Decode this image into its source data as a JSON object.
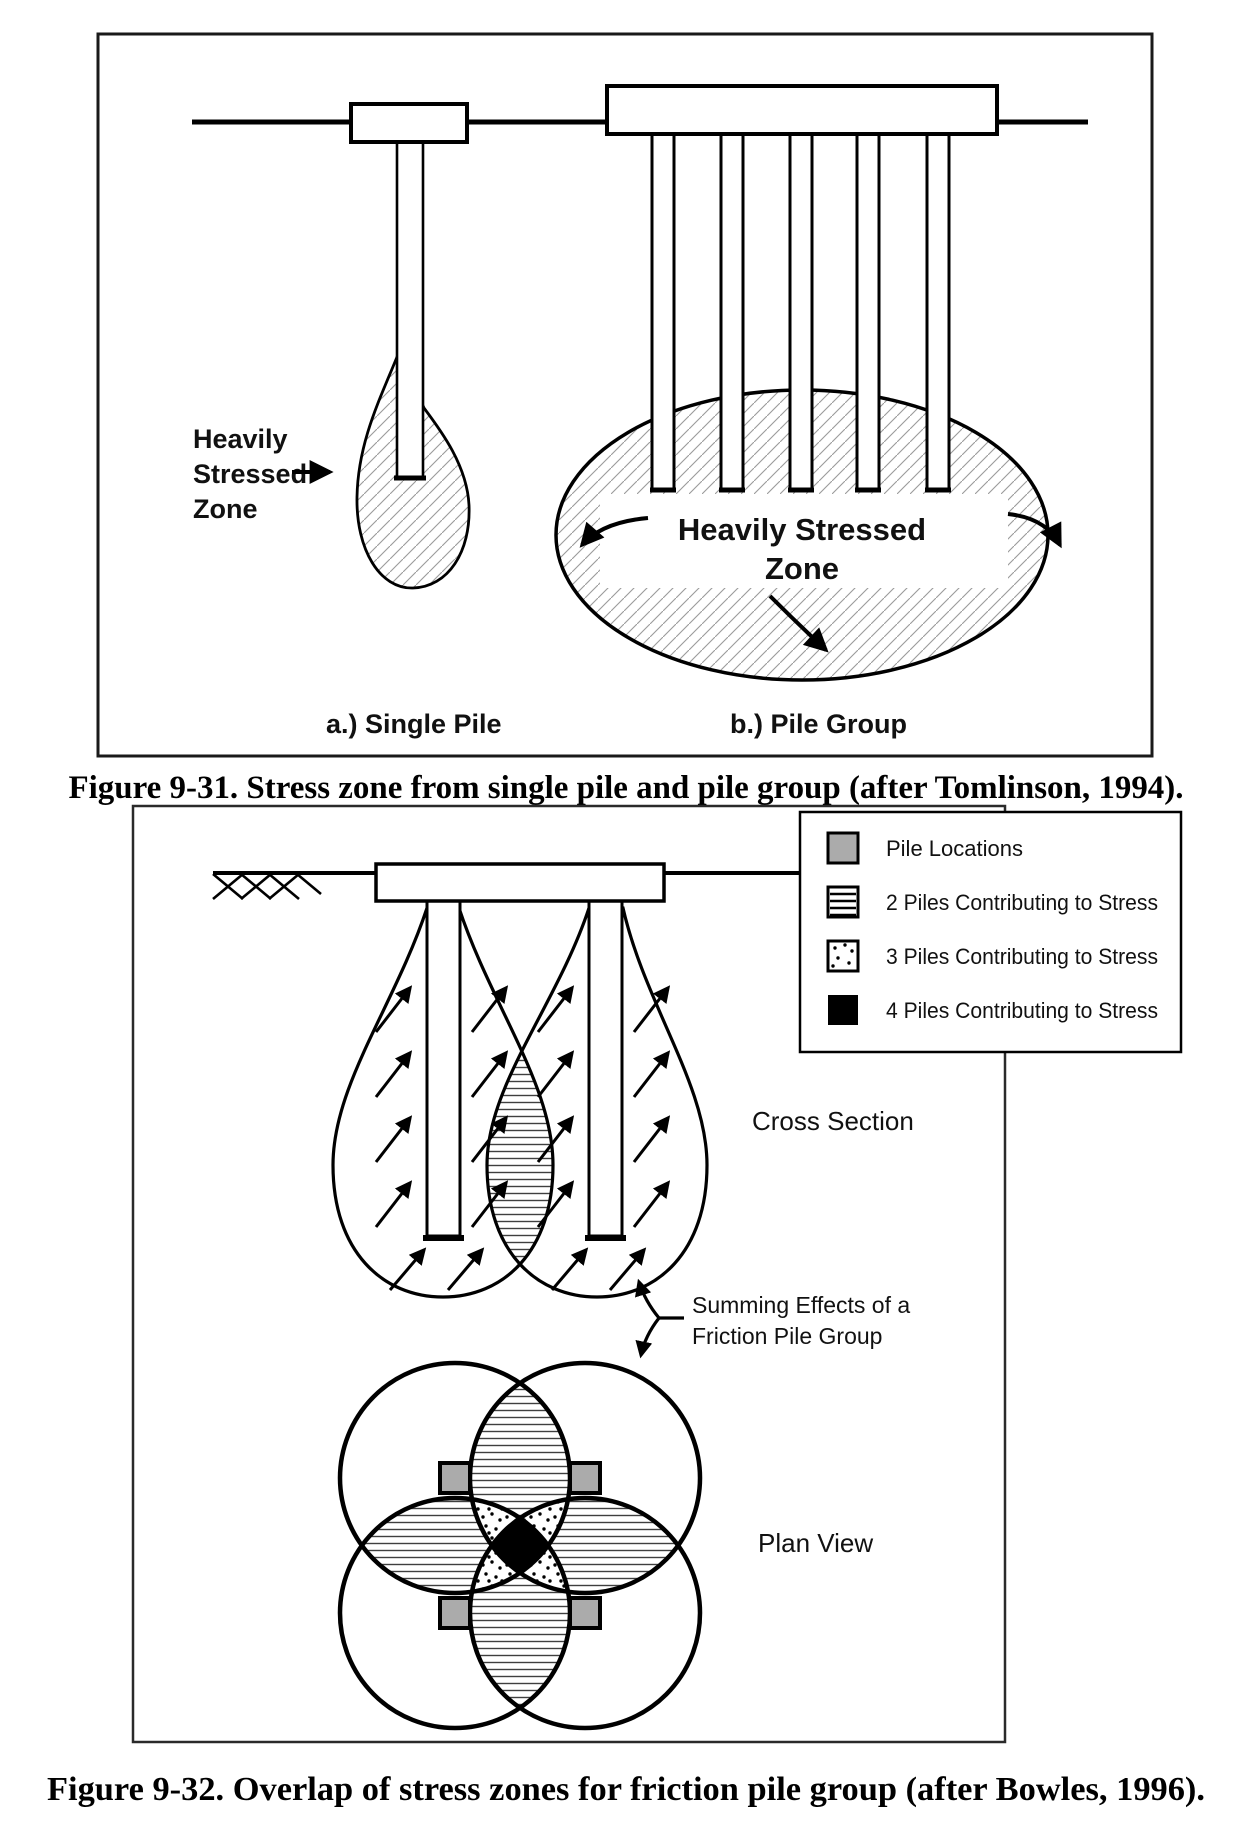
{
  "page": {
    "background": "#ffffff"
  },
  "colors": {
    "ink": "#111111",
    "pile_location_gray": "#ababab",
    "diagonal_hatch_gray": "#9b9b9b",
    "lens_hatch_gray": "#3f3f3f"
  },
  "figure_31": {
    "single_zone_label": [
      "Heavily",
      "Stressed",
      "Zone"
    ],
    "group_zone_label": [
      "Heavily Stressed",
      "Zone"
    ],
    "panel_label_a": "a.) Single Pile",
    "panel_label_b": "b.) Pile Group",
    "caption": "Figure 9-31. Stress zone from single pile and pile group (after Tomlinson, 1994)."
  },
  "figure_32": {
    "legend": {
      "items": [
        {
          "label": "Pile Locations",
          "swatch": "gray-square"
        },
        {
          "label": "2 Piles Contributing to Stress",
          "swatch": "horizontal-lines-square"
        },
        {
          "label": "3 Piles Contributing to Stress",
          "swatch": "dotted-square"
        },
        {
          "label": "4 Piles Contributing to Stress",
          "swatch": "black-square"
        }
      ]
    },
    "cross_section_label": "Cross Section",
    "summing_label": [
      "Summing Effects of a",
      "Friction Pile Group"
    ],
    "plan_view_label": "Plan View",
    "caption": "Figure 9-32. Overlap of stress zones for friction pile group (after Bowles, 1996)."
  }
}
